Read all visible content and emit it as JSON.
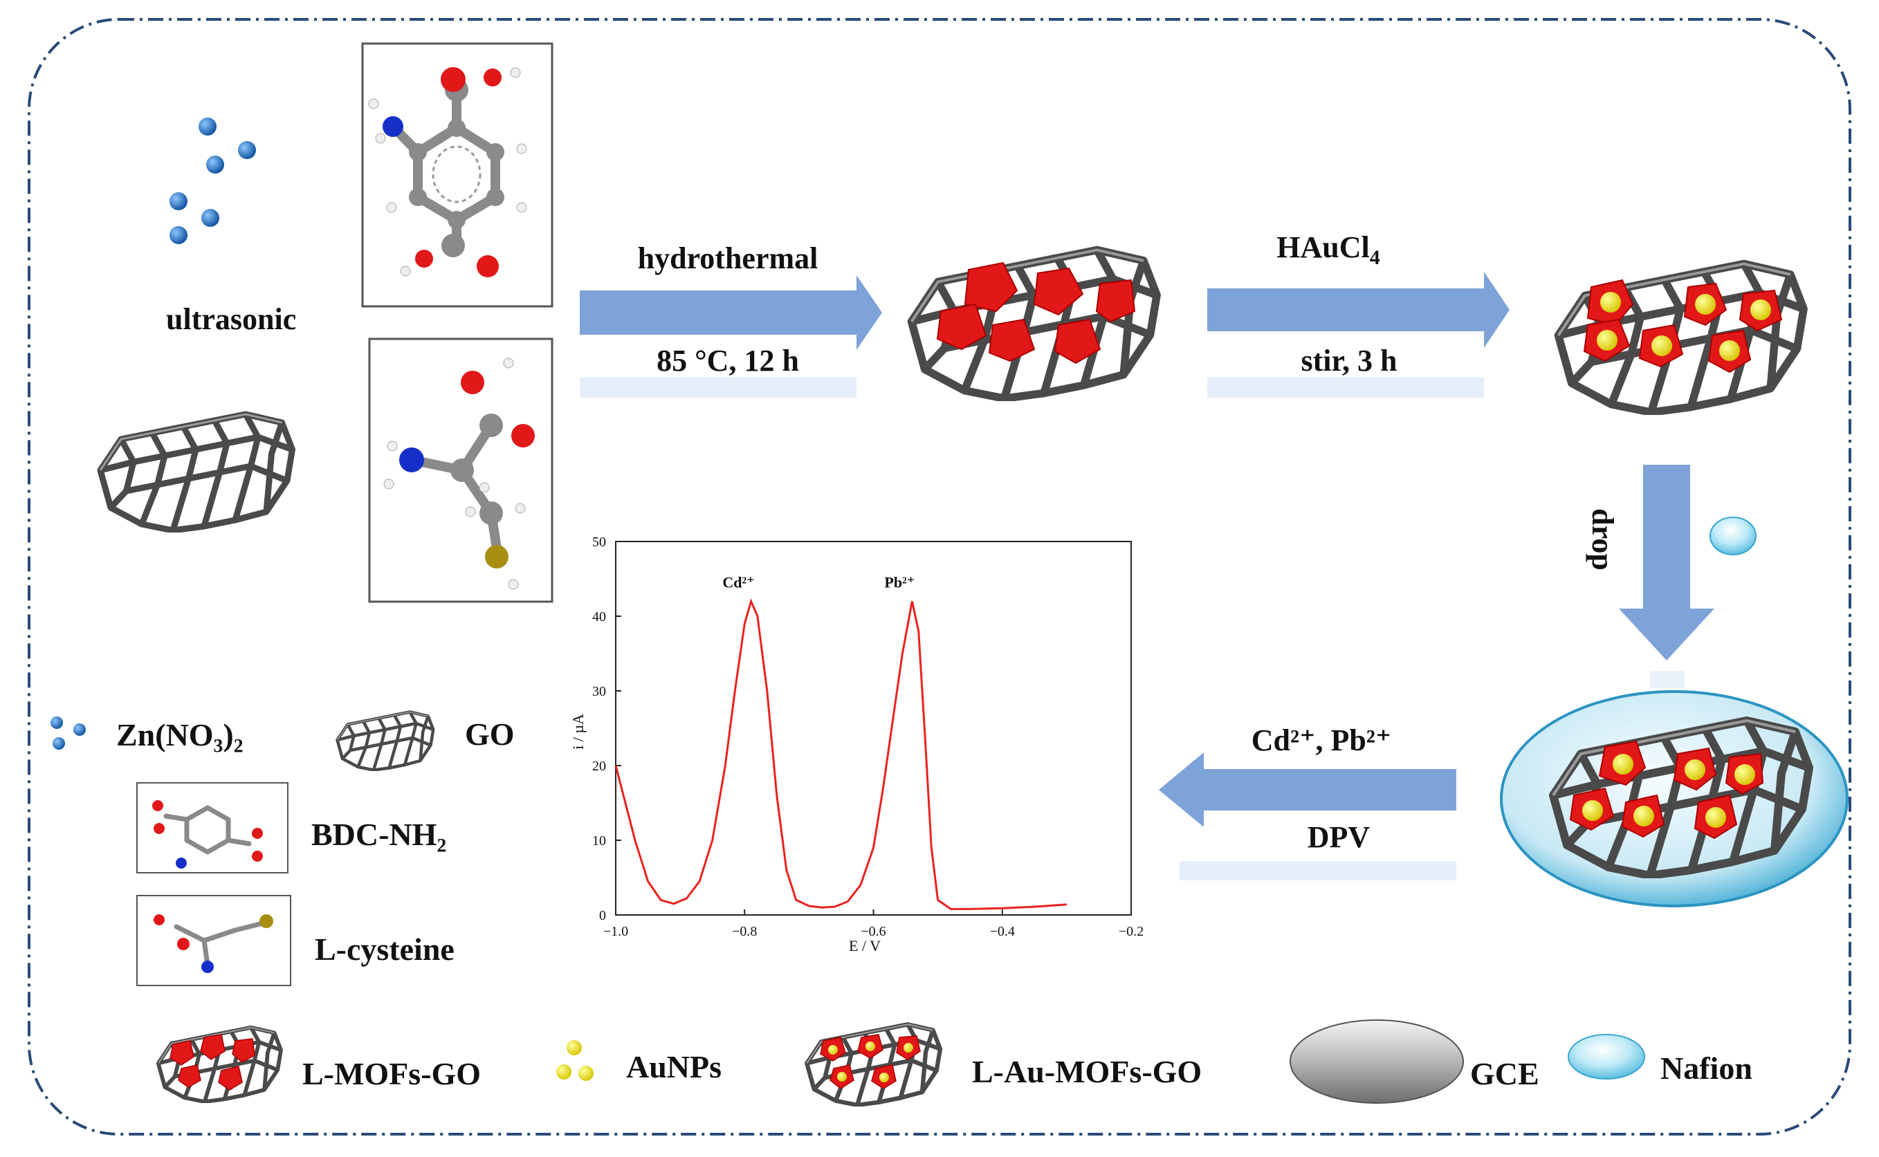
{
  "flow": {
    "label_ultrasonic": "ultrasonic",
    "step1_top": "hydrothermal",
    "step1_bottom": "85 °C, 12 h",
    "step2_top_main": "HAuCl",
    "step2_top_sub": "4",
    "step2_bottom": "stir, 3 h",
    "step3_label": "drop",
    "step4_top": "Cd²⁺, Pb²⁺",
    "step4_bottom": "DPV"
  },
  "legend": {
    "zn": "Zn(NO₃)₂",
    "go": "GO",
    "bdc": "BDC-NH₂",
    "cys": "L-cysteine",
    "lmof": "L-MOFs-GO",
    "aunp": "AuNPs",
    "laumof": "L-Au-MOFs-GO",
    "gce": "GCE",
    "nafion": "Nafion"
  },
  "colors": {
    "frame": "#2a4a78",
    "arrow": "#7ea3d8",
    "mof_red": "#e21818",
    "au_yellow": "#f2e600",
    "zn_blue": "#1d6fc0",
    "curve": "#e8231f"
  },
  "chart_data": {
    "type": "line",
    "xlabel": "E / V",
    "ylabel": "i / µA",
    "xlim": [
      -1.0,
      -0.2
    ],
    "ylim": [
      0,
      50
    ],
    "xticks": [
      "−1.0",
      "−0.8",
      "−0.6",
      "−0.4",
      "−0.2"
    ],
    "yticks": [
      "0",
      "10",
      "20",
      "30",
      "40",
      "50"
    ],
    "annotations": [
      {
        "text": "Cd²⁺",
        "x": -0.79,
        "y": 42
      },
      {
        "text": "Pb²⁺",
        "x": -0.54,
        "y": 42
      }
    ],
    "x": [
      -1.0,
      -0.97,
      -0.95,
      -0.93,
      -0.91,
      -0.89,
      -0.87,
      -0.85,
      -0.83,
      -0.815,
      -0.8,
      -0.79,
      -0.78,
      -0.765,
      -0.75,
      -0.735,
      -0.72,
      -0.7,
      -0.68,
      -0.66,
      -0.64,
      -0.62,
      -0.6,
      -0.585,
      -0.57,
      -0.555,
      -0.54,
      -0.53,
      -0.52,
      -0.51,
      -0.5,
      -0.48,
      -0.45,
      -0.4,
      -0.35,
      -0.3
    ],
    "y": [
      20,
      10,
      4.5,
      2,
      1.5,
      2.2,
      4.5,
      10,
      20,
      30,
      39,
      42,
      40,
      30,
      16,
      6,
      2,
      1.2,
      1.0,
      1.1,
      1.8,
      4,
      9,
      17,
      26,
      35,
      42,
      38,
      24,
      9,
      2,
      0.8,
      0.8,
      0.9,
      1.1,
      1.4
    ]
  }
}
